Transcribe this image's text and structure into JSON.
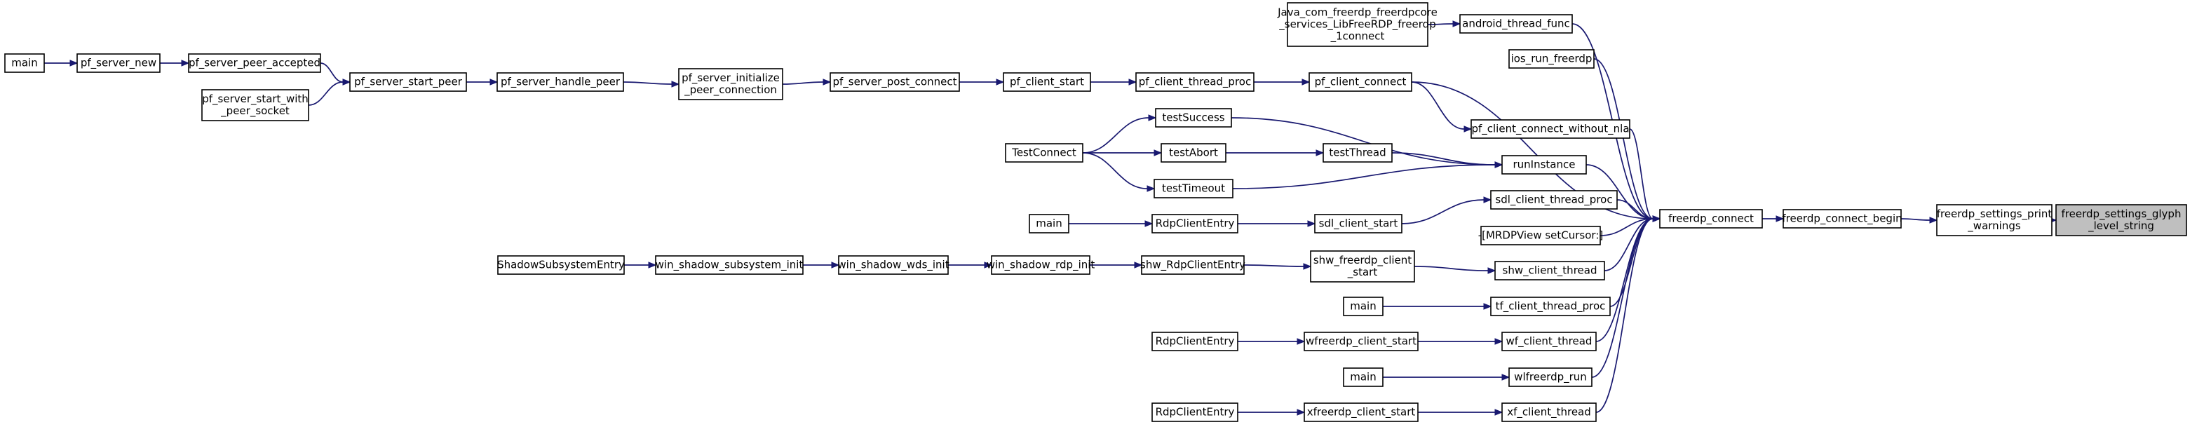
{
  "diagram": {
    "type": "call-graph",
    "colors": {
      "edge": "#191970",
      "node_fill": "#ffffff",
      "root_fill": "#bfbfbf",
      "node_border": "#000000"
    },
    "nodes": [
      {
        "id": "n_target",
        "lines": [
          "freerdp_settings_glyph",
          "_level_string"
        ],
        "root": true
      },
      {
        "id": "n_print",
        "lines": [
          "freerdp_settings_print",
          "_warnings"
        ]
      },
      {
        "id": "n_connect_begin",
        "lines": [
          "freerdp_connect_begin"
        ]
      },
      {
        "id": "n_connect",
        "lines": [
          "freerdp_connect"
        ]
      },
      {
        "id": "n_java",
        "lines": [
          "Java_com_freerdp_freerdpcore",
          "_services_LibFreeRDP_freerdp",
          "_1connect"
        ]
      },
      {
        "id": "n_android",
        "lines": [
          "android_thread_func"
        ]
      },
      {
        "id": "n_ios",
        "lines": [
          "ios_run_freerdp"
        ]
      },
      {
        "id": "n_main1",
        "lines": [
          "main"
        ]
      },
      {
        "id": "n_server_new",
        "lines": [
          "pf_server_new"
        ]
      },
      {
        "id": "n_peer_accepted",
        "lines": [
          "pf_server_peer_accepted"
        ]
      },
      {
        "id": "n_start_with",
        "lines": [
          "pf_server_start_with",
          "_peer_socket"
        ]
      },
      {
        "id": "n_start_peer",
        "lines": [
          "pf_server_start_peer"
        ]
      },
      {
        "id": "n_handle_peer",
        "lines": [
          "pf_server_handle_peer"
        ]
      },
      {
        "id": "n_init_peer",
        "lines": [
          "pf_server_initialize",
          "_peer_connection"
        ]
      },
      {
        "id": "n_post_connect",
        "lines": [
          "pf_server_post_connect"
        ]
      },
      {
        "id": "n_client_start",
        "lines": [
          "pf_client_start"
        ]
      },
      {
        "id": "n_thread_proc",
        "lines": [
          "pf_client_thread_proc"
        ]
      },
      {
        "id": "n_client_connect",
        "lines": [
          "pf_client_connect"
        ]
      },
      {
        "id": "n_without_nla",
        "lines": [
          "pf_client_connect_without_nla"
        ]
      },
      {
        "id": "n_testconnect",
        "lines": [
          "TestConnect"
        ]
      },
      {
        "id": "n_testsuccess",
        "lines": [
          "testSuccess"
        ]
      },
      {
        "id": "n_testabort",
        "lines": [
          "testAbort"
        ]
      },
      {
        "id": "n_testthread",
        "lines": [
          "testThread"
        ]
      },
      {
        "id": "n_testtimeout",
        "lines": [
          "testTimeout"
        ]
      },
      {
        "id": "n_runinstance",
        "lines": [
          "runInstance"
        ]
      },
      {
        "id": "n_sdl_proc",
        "lines": [
          "sdl_client_thread_proc"
        ]
      },
      {
        "id": "n_main2",
        "lines": [
          "main"
        ]
      },
      {
        "id": "n_rdpentry1",
        "lines": [
          "RdpClientEntry"
        ]
      },
      {
        "id": "n_sdl_start",
        "lines": [
          "sdl_client_start"
        ]
      },
      {
        "id": "n_mrdp",
        "lines": [
          "-[MRDPView setCursor:]"
        ]
      },
      {
        "id": "n_shadowentry",
        "lines": [
          "ShadowSubsystemEntry"
        ]
      },
      {
        "id": "n_win_sub_init",
        "lines": [
          "win_shadow_subsystem_init"
        ]
      },
      {
        "id": "n_win_wds_init",
        "lines": [
          "win_shadow_wds_init"
        ]
      },
      {
        "id": "n_win_rdp_init",
        "lines": [
          "win_shadow_rdp_init"
        ]
      },
      {
        "id": "n_shw_entry",
        "lines": [
          "shw_RdpClientEntry"
        ]
      },
      {
        "id": "n_shw_start",
        "lines": [
          "shw_freerdp_client",
          "_start"
        ]
      },
      {
        "id": "n_shw_thread",
        "lines": [
          "shw_client_thread"
        ]
      },
      {
        "id": "n_main3",
        "lines": [
          "main"
        ]
      },
      {
        "id": "n_tf_proc",
        "lines": [
          "tf_client_thread_proc"
        ]
      },
      {
        "id": "n_rdpentry2",
        "lines": [
          "RdpClientEntry"
        ]
      },
      {
        "id": "n_wf_start",
        "lines": [
          "wfreerdp_client_start"
        ]
      },
      {
        "id": "n_wf_thread",
        "lines": [
          "wf_client_thread"
        ]
      },
      {
        "id": "n_main4",
        "lines": [
          "main"
        ]
      },
      {
        "id": "n_wf_run",
        "lines": [
          "wlfreerdp_run"
        ]
      },
      {
        "id": "n_rdpentry3",
        "lines": [
          "RdpClientEntry"
        ]
      },
      {
        "id": "n_xf_start",
        "lines": [
          "xfreerdp_client_start"
        ]
      },
      {
        "id": "n_xf_thread",
        "lines": [
          "xf_client_thread"
        ]
      }
    ],
    "edges": [
      {
        "from": "n_print",
        "to": "n_target"
      },
      {
        "from": "n_connect_begin",
        "to": "n_print"
      },
      {
        "from": "n_connect",
        "to": "n_connect_begin"
      },
      {
        "from": "n_java",
        "to": "n_android"
      },
      {
        "from": "n_android",
        "to": "n_connect"
      },
      {
        "from": "n_ios",
        "to": "n_connect"
      },
      {
        "from": "n_main1",
        "to": "n_server_new"
      },
      {
        "from": "n_server_new",
        "to": "n_peer_accepted"
      },
      {
        "from": "n_peer_accepted",
        "to": "n_start_peer"
      },
      {
        "from": "n_start_with",
        "to": "n_start_peer"
      },
      {
        "from": "n_start_peer",
        "to": "n_handle_peer"
      },
      {
        "from": "n_handle_peer",
        "to": "n_init_peer"
      },
      {
        "from": "n_init_peer",
        "to": "n_post_connect"
      },
      {
        "from": "n_post_connect",
        "to": "n_client_start"
      },
      {
        "from": "n_client_start",
        "to": "n_thread_proc"
      },
      {
        "from": "n_thread_proc",
        "to": "n_client_connect"
      },
      {
        "from": "n_client_connect",
        "to": "n_connect"
      },
      {
        "from": "n_client_connect",
        "to": "n_without_nla"
      },
      {
        "from": "n_without_nla",
        "to": "n_connect"
      },
      {
        "from": "n_testconnect",
        "to": "n_testsuccess"
      },
      {
        "from": "n_testconnect",
        "to": "n_testabort"
      },
      {
        "from": "n_testconnect",
        "to": "n_testtimeout"
      },
      {
        "from": "n_testabort",
        "to": "n_testthread"
      },
      {
        "from": "n_testsuccess",
        "to": "n_runinstance"
      },
      {
        "from": "n_testthread",
        "to": "n_runinstance"
      },
      {
        "from": "n_testtimeout",
        "to": "n_runinstance"
      },
      {
        "from": "n_runinstance",
        "to": "n_connect"
      },
      {
        "from": "n_sdl_proc",
        "to": "n_connect"
      },
      {
        "from": "n_main2",
        "to": "n_rdpentry1"
      },
      {
        "from": "n_rdpentry1",
        "to": "n_sdl_start"
      },
      {
        "from": "n_sdl_start",
        "to": "n_sdl_proc"
      },
      {
        "from": "n_mrdp",
        "to": "n_connect"
      },
      {
        "from": "n_shadowentry",
        "to": "n_win_sub_init"
      },
      {
        "from": "n_win_sub_init",
        "to": "n_win_wds_init"
      },
      {
        "from": "n_win_wds_init",
        "to": "n_win_rdp_init"
      },
      {
        "from": "n_win_rdp_init",
        "to": "n_shw_entry"
      },
      {
        "from": "n_shw_entry",
        "to": "n_shw_start"
      },
      {
        "from": "n_shw_start",
        "to": "n_shw_thread"
      },
      {
        "from": "n_shw_thread",
        "to": "n_connect"
      },
      {
        "from": "n_main3",
        "to": "n_tf_proc"
      },
      {
        "from": "n_tf_proc",
        "to": "n_connect"
      },
      {
        "from": "n_rdpentry2",
        "to": "n_wf_start"
      },
      {
        "from": "n_wf_start",
        "to": "n_wf_thread"
      },
      {
        "from": "n_wf_thread",
        "to": "n_connect"
      },
      {
        "from": "n_main4",
        "to": "n_wf_run"
      },
      {
        "from": "n_wf_run",
        "to": "n_connect"
      },
      {
        "from": "n_rdpentry3",
        "to": "n_xf_start"
      },
      {
        "from": "n_xf_start",
        "to": "n_xf_thread"
      },
      {
        "from": "n_xf_thread",
        "to": "n_connect"
      }
    ]
  }
}
